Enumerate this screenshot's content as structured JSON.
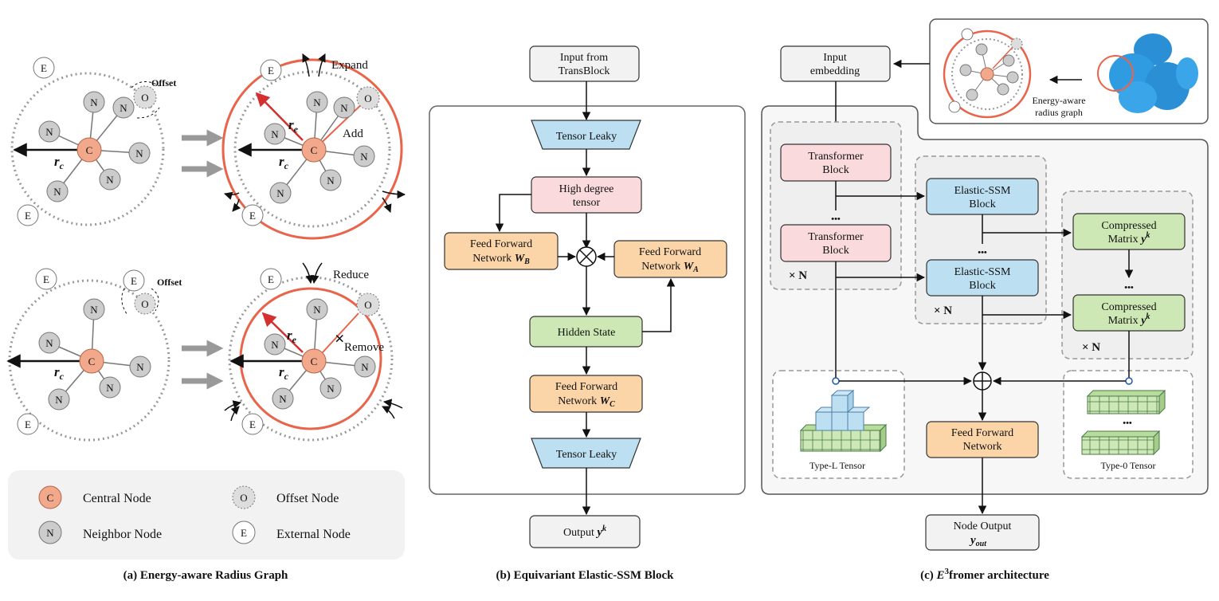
{
  "panel_a": {
    "caption": "(a) Energy-aware Radius Graph",
    "labels": {
      "central": "C",
      "neighbor": "N",
      "offset": "O",
      "external": "E",
      "rc": "r",
      "rc_sub": "c",
      "re": "r",
      "re_sub": "e",
      "offset_text": "Offset",
      "expand": "Expand",
      "add": "Add",
      "reduce": "Reduce",
      "remove": "Remove"
    },
    "legend": {
      "central": "Central Node",
      "neighbor": "Neighbor Node",
      "offset": "Offset Node",
      "external": "External Node"
    }
  },
  "panel_b": {
    "caption": "(b) Equivariant Elastic-SSM Block",
    "input_l1": "Input from",
    "input_l2": "TransBlock",
    "tensor_leaky_top": "Tensor Leaky",
    "high_degree_l1": "High degree",
    "high_degree_l2": "tensor",
    "ffn_b_l1": "Feed Forward",
    "ffn_b_l2": "Network",
    "ffn_b_w": "W",
    "ffn_b_sub": "B",
    "ffn_a_l1": "Feed Forward",
    "ffn_a_l2": "Network",
    "ffn_a_w": "W",
    "ffn_a_sub": "A",
    "hidden_state": "Hidden State",
    "ffn_c_l1": "Feed Forward",
    "ffn_c_l2": "Network",
    "ffn_c_w": "W",
    "ffn_c_sub": "C",
    "tensor_leaky_bottom": "Tensor Leaky",
    "output_label": "Output",
    "output_var": "y",
    "output_sup": "k"
  },
  "panel_c": {
    "caption_prefix": "(c)",
    "caption_e": "E",
    "caption_sup": "3",
    "caption_suffix": "fromer architecture",
    "input_l1": "Input",
    "input_l2": "embedding",
    "energy_l1": "Energy-aware",
    "energy_l2": "radius graph",
    "transformer_l1": "Transformer",
    "transformer_l2": "Block",
    "elastic_l1": "Elastic-SSM",
    "elastic_l2": "Block",
    "compressed_l1": "Compressed",
    "compressed_l2": "Matrix",
    "compressed_var": "y",
    "compressed_sup": "k",
    "times_n": "× N",
    "dots": "•••",
    "ffn_l1": "Feed Forward",
    "ffn_l2": "Network",
    "type_l": "Type-L Tensor",
    "type_0": "Type-0 Tensor",
    "node_output_l1": "Node Output",
    "node_output_var": "y",
    "node_output_sub": "out"
  },
  "colors": {
    "central": "#f2a88a",
    "neighbor": "#cccccc",
    "orange_ring": "#e8644a",
    "red_arrow": "#d43030",
    "pink": "#fadadd",
    "blue": "#bcdff2",
    "orange": "#fbd5a8",
    "green": "#cde8b4",
    "gray_box": "#f2f2f2"
  }
}
